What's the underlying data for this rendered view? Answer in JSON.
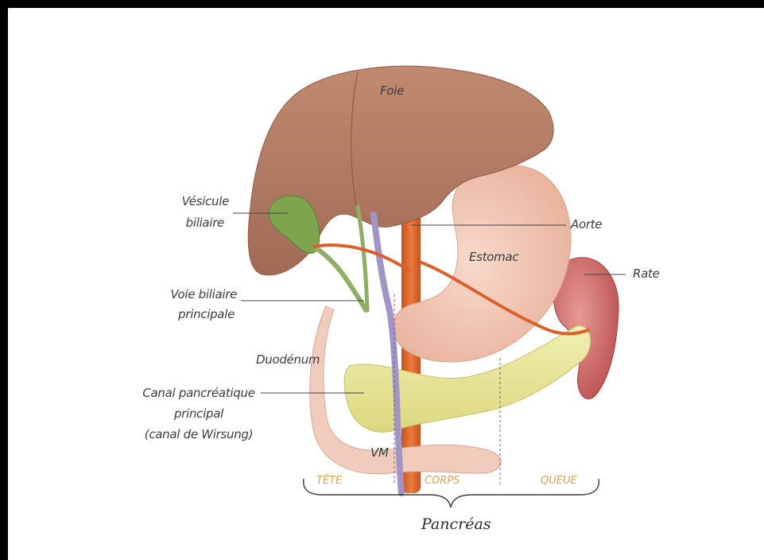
{
  "labels": {
    "foie": "Foie",
    "vesicule_line1": "Vésicule",
    "vesicule_line2": "biliaire",
    "aorte": "Aorte",
    "estomac": "Estomac",
    "rate": "Rate",
    "voie_line1": "Voie biliaire",
    "voie_line2": "principale",
    "duodenum": "Duodénum",
    "canal_line1": "Canal pancréatique",
    "canal_line2": "principal",
    "canal_line3": "(canal de Wirsung)",
    "vm": "VM"
  },
  "segments": {
    "tete": "TÊTE",
    "corps": "CORPS",
    "queue": "QUEUE"
  },
  "title": "Pancréas",
  "colors": {
    "liver": "#b47c63",
    "gallbladder": "#7ea44e",
    "aorta": "#d9622c",
    "stomach": "#f0c2ae",
    "spleen": "#c8565a",
    "pancreas": "#e9e79a",
    "duodenum": "#f1ccbd",
    "vein": "#a394c6",
    "segment_text": "#d7a35a"
  }
}
